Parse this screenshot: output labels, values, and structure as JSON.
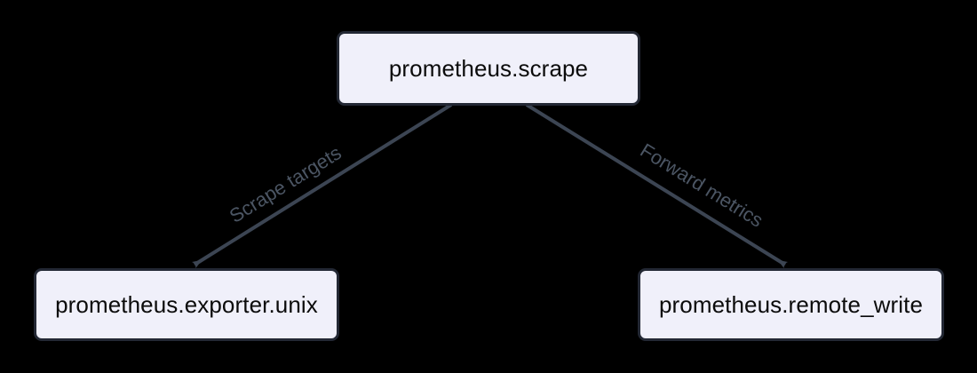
{
  "diagram": {
    "type": "flowchart",
    "background_color": "#000000",
    "node_fill_color": "#f0f0fa",
    "node_border_color": "#232834",
    "node_text_color": "#0b0b0b",
    "edge_color": "#3c4553",
    "edge_label_color": "#4b5563",
    "nodes": [
      {
        "id": "scrape",
        "label": "prometheus.scrape"
      },
      {
        "id": "exporter_unix",
        "label": "prometheus.exporter.unix"
      },
      {
        "id": "remote_write",
        "label": "prometheus.remote_write"
      }
    ],
    "edges": [
      {
        "id": "scrape_to_exporter",
        "from": "prometheus.scrape",
        "to": "prometheus.exporter.unix",
        "label": "Scrape targets",
        "arrow": "end"
      },
      {
        "id": "scrape_to_remote_write",
        "from": "prometheus.scrape",
        "to": "prometheus.remote_write",
        "label": "Forward metrics",
        "arrow": "end"
      }
    ]
  }
}
